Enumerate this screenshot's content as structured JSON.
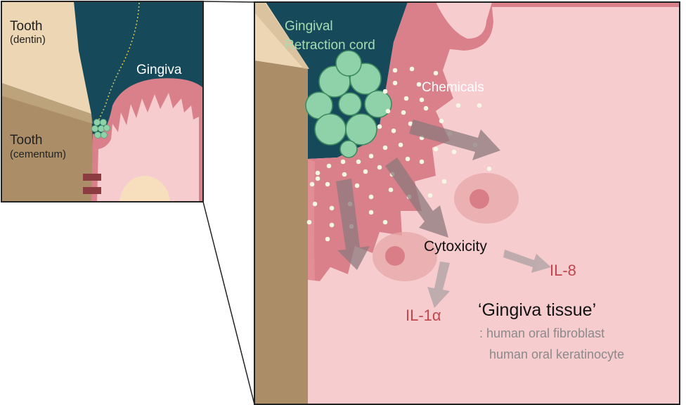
{
  "colors": {
    "dark_teal": "#164a5b",
    "dentin": "#ecd6b4",
    "cementum": "#ab8e67",
    "gingiva_dark": "#d9808a",
    "gingiva_light": "#f6cccf",
    "cord": "#8fd1a8",
    "label_white": "#ffffff",
    "label_green": "#a6dcb0",
    "label_red": "#c0474e",
    "label_gray": "#8a8a8a",
    "cell": "#e7a7a7",
    "arrow": "#8c7a7d"
  },
  "inset": {
    "tooth_dentin": {
      "line1": "Tooth",
      "line2": "(dentin)"
    },
    "tooth_cementum": {
      "line1": "Tooth",
      "line2": "(cementum)"
    },
    "gingiva": "Gingiva"
  },
  "main": {
    "cord": {
      "line1": "Gingival",
      "line2": "Retraction cord"
    },
    "chemicals": "Chemicals",
    "cytoxicity": "Cytoxicity",
    "il8": "IL-8",
    "il1a": "IL-1α",
    "tissue_title": "‘Gingiva tissue’",
    "fibroblast": ": human oral fibroblast",
    "keratinocyte": "human oral keratinocyte"
  }
}
